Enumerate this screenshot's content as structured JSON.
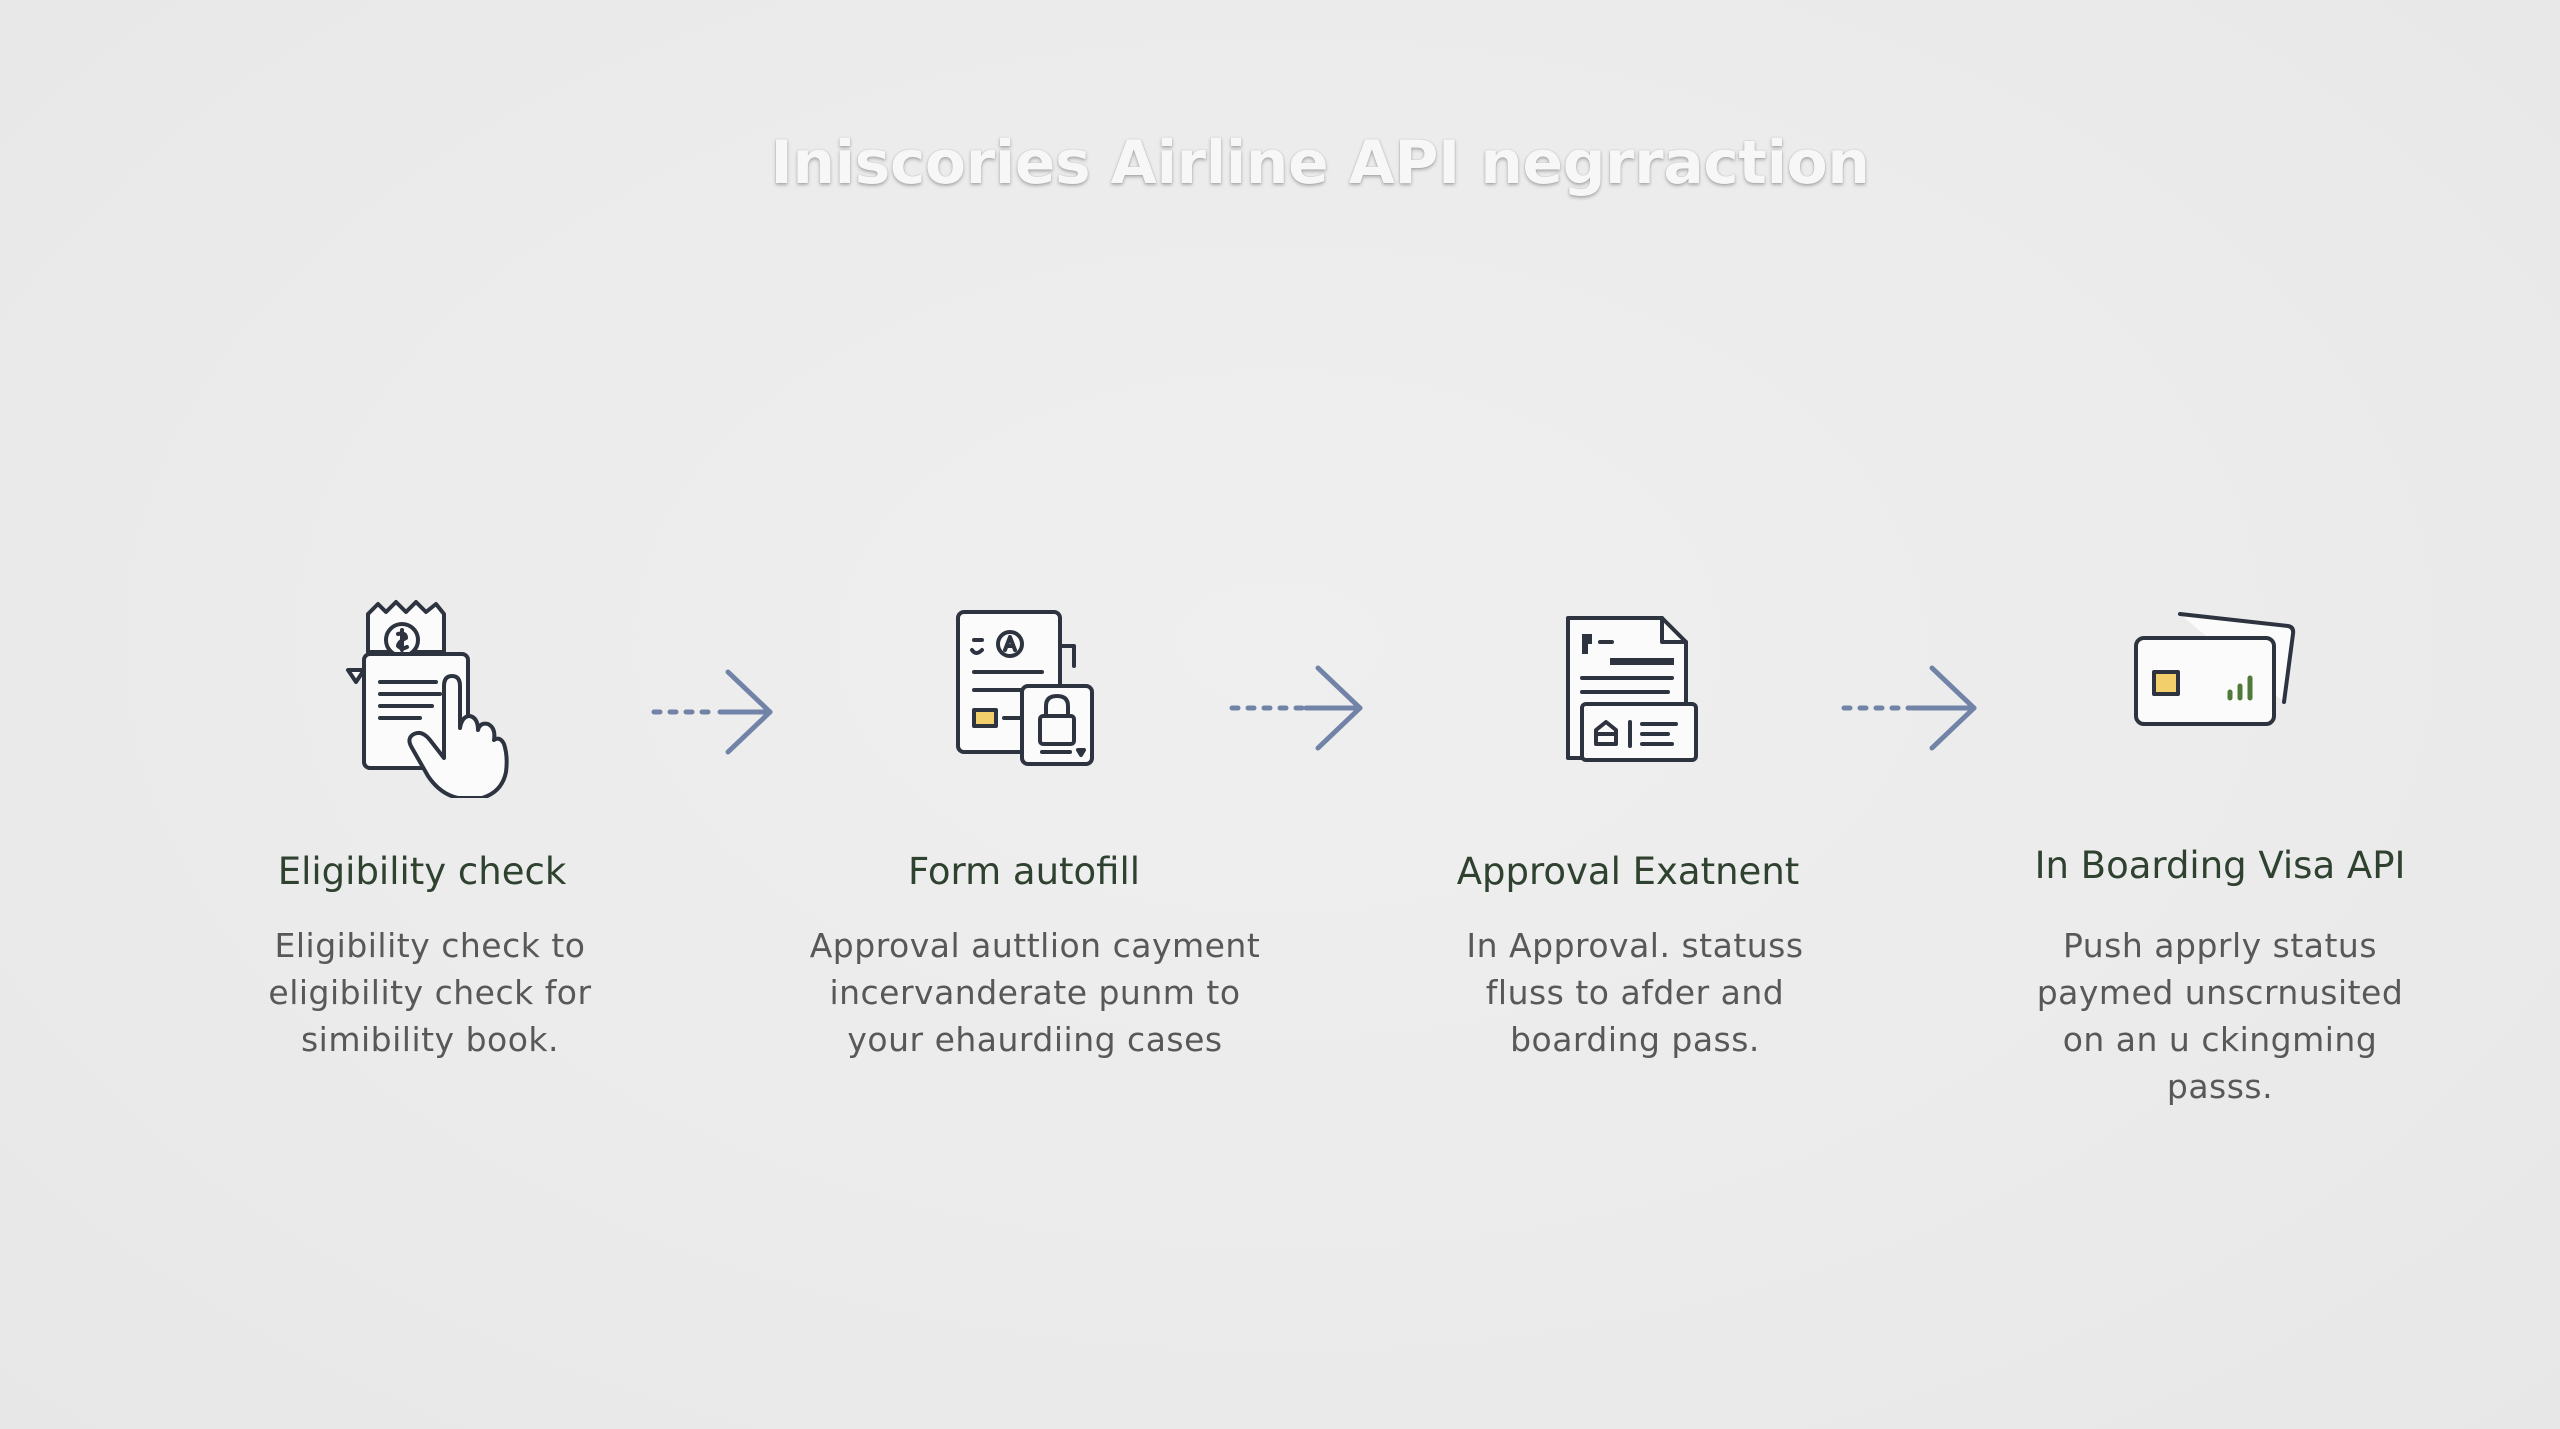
{
  "title": "Iniscories Airline API negrraction",
  "steps": [
    {
      "icon": "document-hand-icon",
      "heading": "Eligibility check",
      "description_lines": [
        "Eligibility check to",
        "eligibility check for",
        "simibility book."
      ]
    },
    {
      "icon": "form-lock-icon",
      "heading": "Form autofill",
      "description_lines": [
        "Approval auttlion cayment",
        "incervanderate punm to",
        "your ehaurdiing cases"
      ]
    },
    {
      "icon": "approval-document-icon",
      "heading": "Approval Exatnent",
      "description_lines": [
        "In Approval. statuss",
        "fluss to afder and",
        "boarding pass."
      ]
    },
    {
      "icon": "boarding-card-icon",
      "heading": "In Boarding Visa API",
      "description_lines": [
        "Push apprly status",
        "paymed unscrnusited",
        "on an u ckingming",
        "passs."
      ]
    }
  ],
  "colors": {
    "background": "#ececec",
    "heading": "#2f4230",
    "body_text": "#585858",
    "arrow": "#7283a8",
    "icon_stroke": "#2d3440",
    "icon_accent": "#f2cf6a",
    "icon_bars": "#4f7a3a"
  }
}
